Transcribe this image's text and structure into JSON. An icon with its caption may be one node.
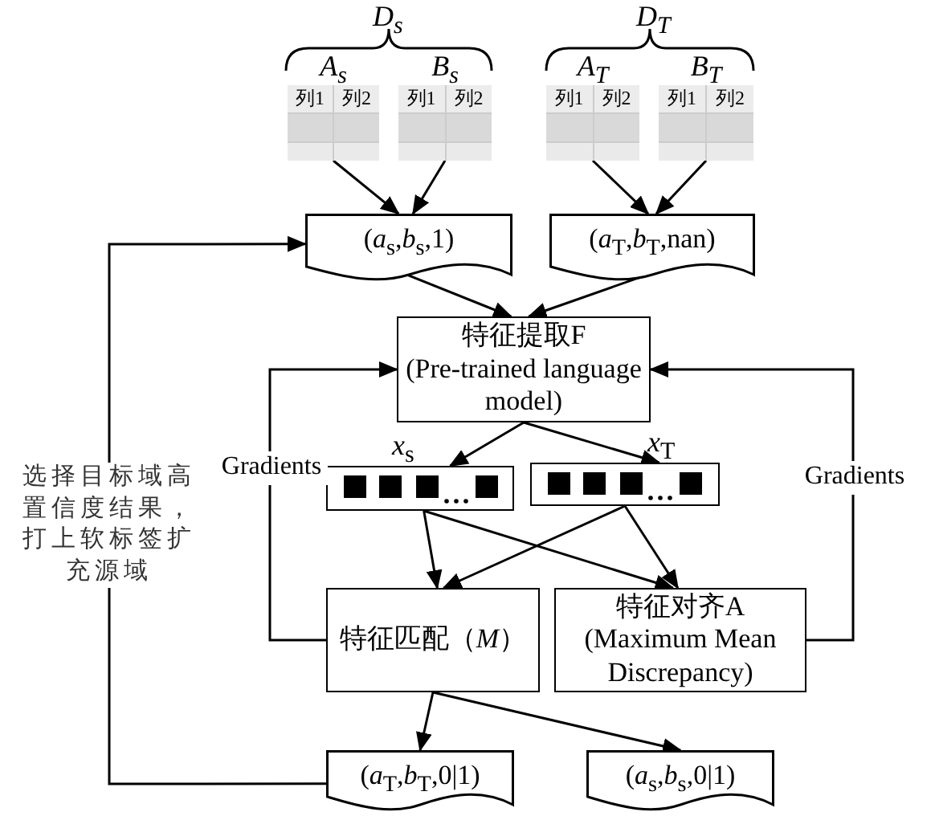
{
  "diagram": {
    "nodes": [
      {
        "text": [
          "A$_{s}$",
          "列1",
          "列2"
        ]
      },
      {
        "text": [
          "B$_{s}$",
          "列1",
          "列2"
        ]
      },
      {
        "text": [
          "A$_{T}$",
          "列1",
          "列2"
        ]
      },
      {
        "text": [
          "B$_{T}$",
          "列1",
          "列2"
        ]
      },
      {
        "text": [
          "(*a*$_{s}$,*b*$_{s}$,1)"
        ]
      },
      {
        "text": [
          "(*a*$_{T}$,*b*$_{T}$,nan)"
        ]
      },
      {
        "text": [
          "特征提取F",
          "(Pre-trained language model)"
        ]
      },
      {
        "text": [],
        "shape": "box",
        "beside": [
          "*x*$_{s}$"
        ]
      },
      {
        "text": [],
        "shape": "box",
        "beside": [
          "*x*$_{T}$"
        ]
      },
      {
        "text": [
          "特征匹配（*M*）"
        ]
      },
      {
        "text": [
          "特征对齐A",
          "(Maximum Mean Discrepancy)"
        ]
      },
      {
        "text": [
          "(*a*$_{T}$,*b*$_{T}$,0|1)"
        ]
      },
      {
        "text": [
          "(*a*$_{s}$,*b*$_{s}$,0|1)"
        ]
      }
    ],
    "edges": [
      {
        "from": 0,
        "to": 4,
        "arrow": "to"
      },
      {
        "from": 1,
        "to": 4,
        "arrow": "to"
      },
      {
        "from": 2,
        "to": 5,
        "arrow": "to"
      },
      {
        "from": 3,
        "to": 5,
        "arrow": "to"
      },
      {
        "from": 4,
        "to": 6,
        "arrow": "to"
      },
      {
        "from": 5,
        "to": 6,
        "arrow": "to"
      },
      {
        "from": 6,
        "to": 7,
        "arrow": "to"
      },
      {
        "from": 6,
        "to": 8,
        "arrow": "to"
      },
      {
        "from": 7,
        "to": 9,
        "arrow": "to"
      },
      {
        "from": 7,
        "to": 10,
        "arrow": "to"
      },
      {
        "from": 8,
        "to": 9,
        "arrow": "to"
      },
      {
        "from": 8,
        "to": 10,
        "arrow": "to"
      },
      {
        "from": 9,
        "to": 11,
        "arrow": "to"
      },
      {
        "from": 9,
        "to": 12,
        "arrow": "to"
      },
      {
        "from": 9,
        "to": 6,
        "arrow": "to",
        "label": "Gradients"
      },
      {
        "from": 10,
        "to": 6,
        "arrow": "to",
        "label": "Gradients"
      },
      {
        "from": 11,
        "to": 4,
        "arrow": "to",
        "label": "选择目标域高置信度结果，打上软标签扩充源域"
      }
    ],
    "labels": [
      "D$_{s}$",
      "D$_{T}$"
    ]
  }
}
